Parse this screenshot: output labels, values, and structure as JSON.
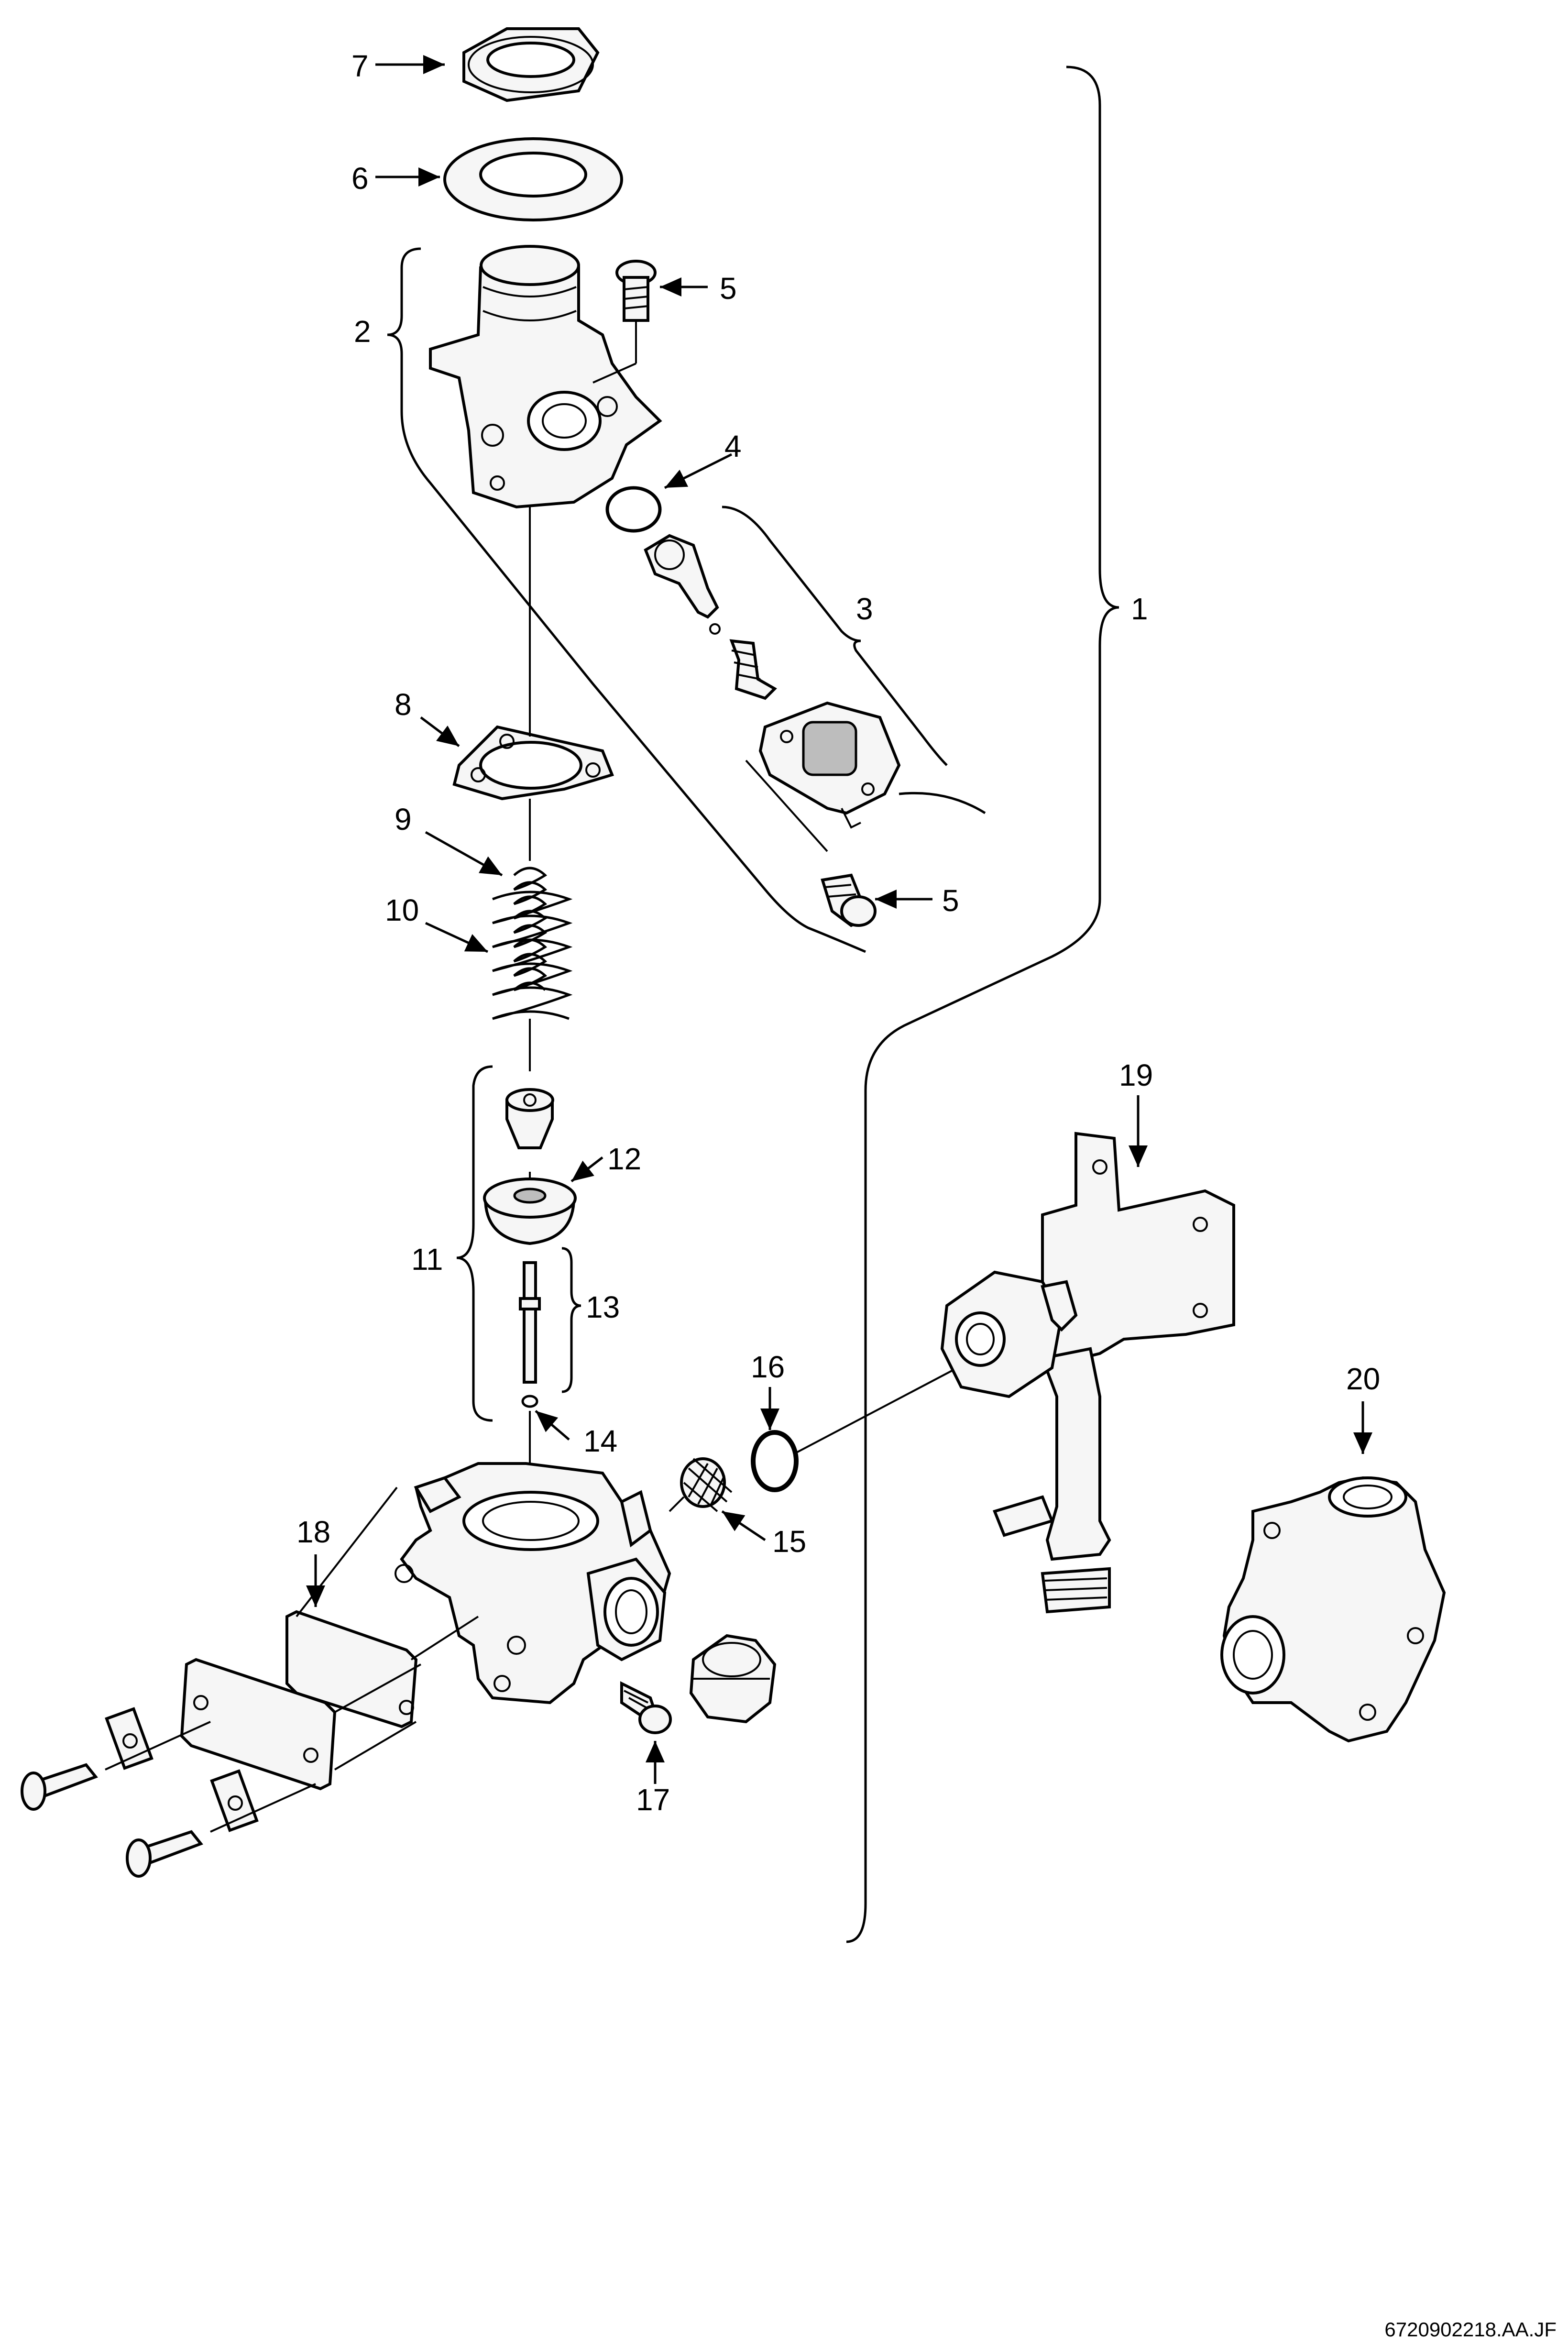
{
  "labels": {
    "p1": "1",
    "p2": "2",
    "p3": "3",
    "p4": "4",
    "p5a": "5",
    "p5b": "5",
    "p6": "6",
    "p7": "7",
    "p8": "8",
    "p9": "9",
    "p10": "10",
    "p11": "11",
    "p12": "12",
    "p13": "13",
    "p14": "14",
    "p15": "15",
    "p16": "16",
    "p17": "17",
    "p18": "18",
    "p19": "19",
    "p20": "20"
  },
  "drawing_code": "6720902218.AA.JF"
}
